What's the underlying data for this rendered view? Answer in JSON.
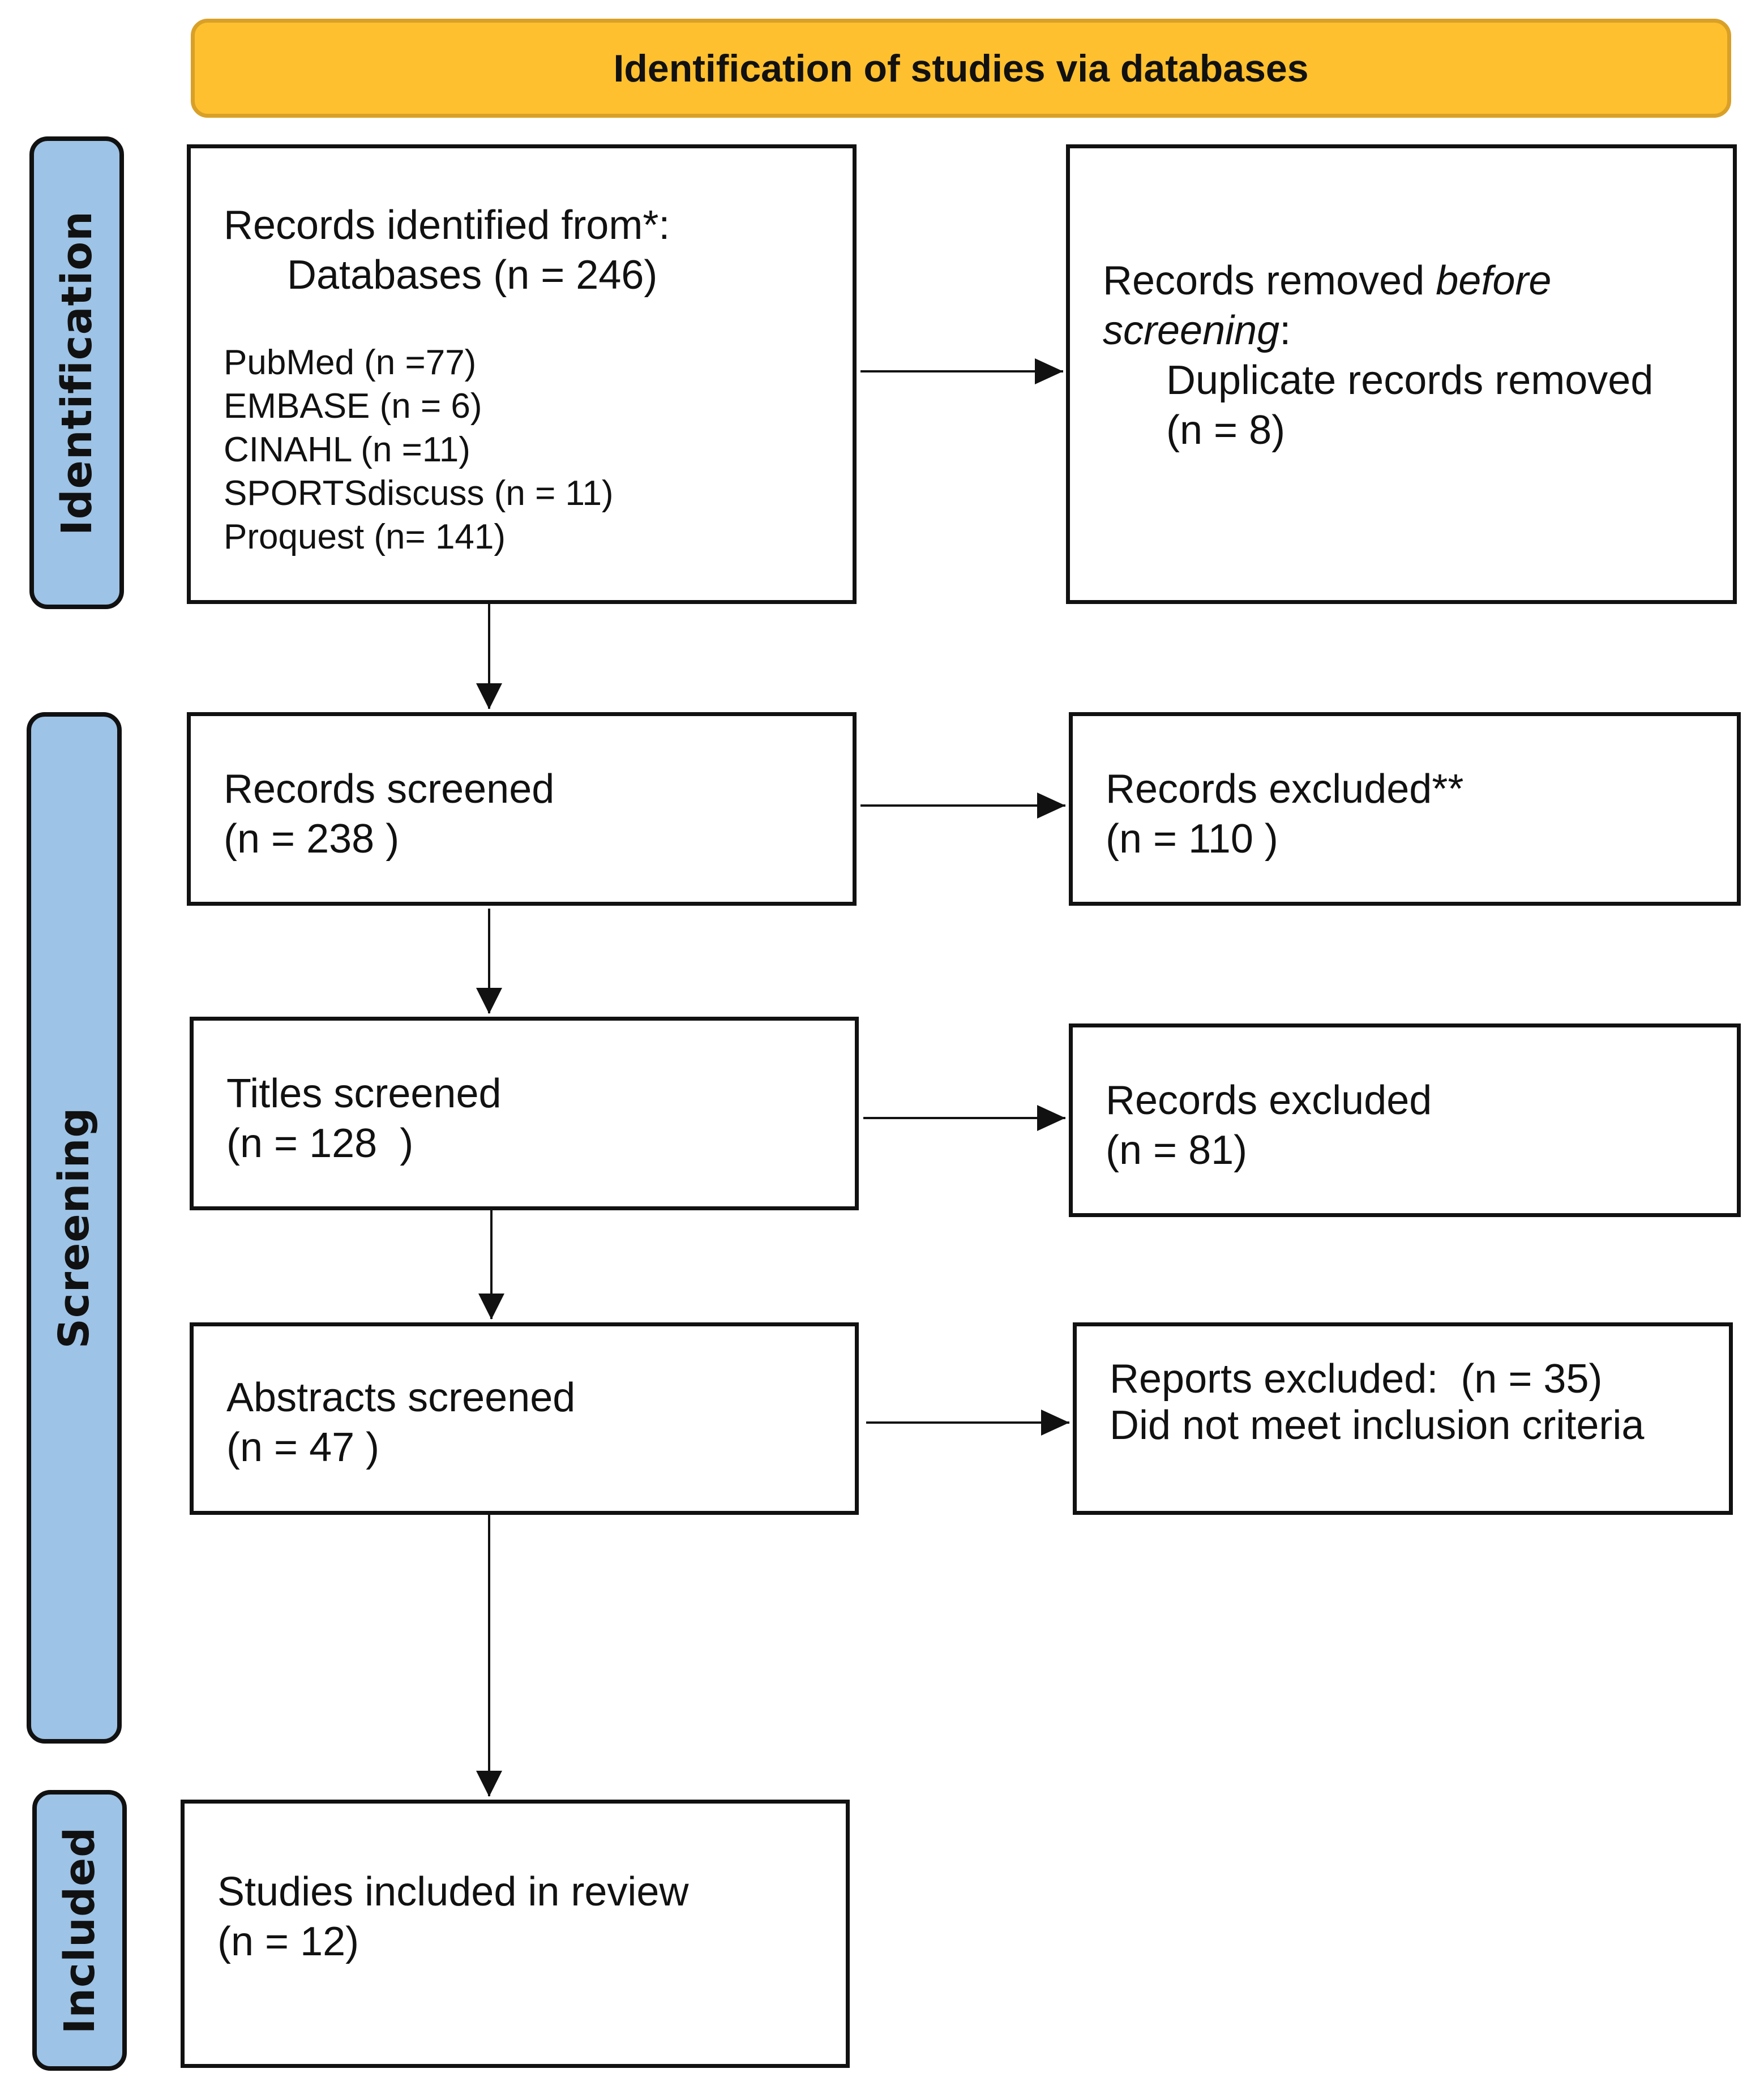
{
  "header": {
    "title": "Identification of studies via databases"
  },
  "phases": {
    "identification": "Identification",
    "screening": "Screening",
    "included": "Included"
  },
  "identification_box": {
    "line1": "Records identified from*:",
    "line2": "Databases (n = 246)",
    "sources": [
      "PubMed (n =77)",
      "EMBASE (n = 6)",
      "CINAHL (n =11)",
      "SPORTSdiscuss (n = 11)",
      "Proquest (n= 141)"
    ]
  },
  "removed_box": {
    "line1_a": "Records removed ",
    "line1_b": "before",
    "line2_a": "screening",
    "line2_b": ":",
    "line3": "Duplicate records removed",
    "line4": "(n = 8)"
  },
  "screened_box": {
    "line1": "Records screened",
    "line2": "(n = 238 )"
  },
  "excluded1_box": {
    "line1": "Records excluded**",
    "line2": "(n = 110 )"
  },
  "titles_box": {
    "line1": "Titles screened",
    "line2": "(n = 128  )"
  },
  "excluded2_box": {
    "line1": "Records excluded",
    "line2": "(n = 81)"
  },
  "abstracts_box": {
    "line1": "Abstracts screened",
    "line2": "(n = 47 )"
  },
  "reports_box": {
    "line1": "Reports excluded:  (n = 35)",
    "line2": "Did not meet inclusion criteria"
  },
  "included_box": {
    "line1": "Studies included in review",
    "line2": "(n = 12)"
  },
  "colors": {
    "header": "#FEC02F",
    "phase": "#9DC3E6"
  }
}
